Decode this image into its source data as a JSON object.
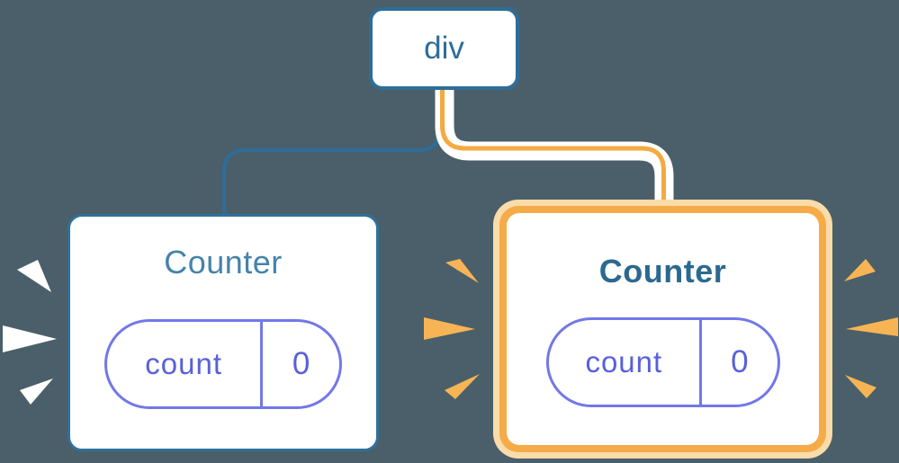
{
  "diagram": {
    "root": {
      "label": "div"
    },
    "left_counter": {
      "title": "Counter",
      "state": {
        "label": "count",
        "value": "0"
      }
    },
    "right_counter": {
      "title": "Counter",
      "state": {
        "label": "count",
        "value": "0"
      },
      "highlighted": "true"
    }
  },
  "colors": {
    "bg": "#4a5f6a",
    "blue": "#2e6d98",
    "card-border": "#30719b",
    "title-blue": "#4583ab",
    "title-bold": "#2b6990",
    "purple": "#7278e8",
    "purple-text": "#5960dc",
    "orange": "#f5a93f",
    "orange-ring": "#f6ab49",
    "orange-glow": "#fadcaa",
    "spark-orange": "#f6b455",
    "white": "#ffffff"
  }
}
